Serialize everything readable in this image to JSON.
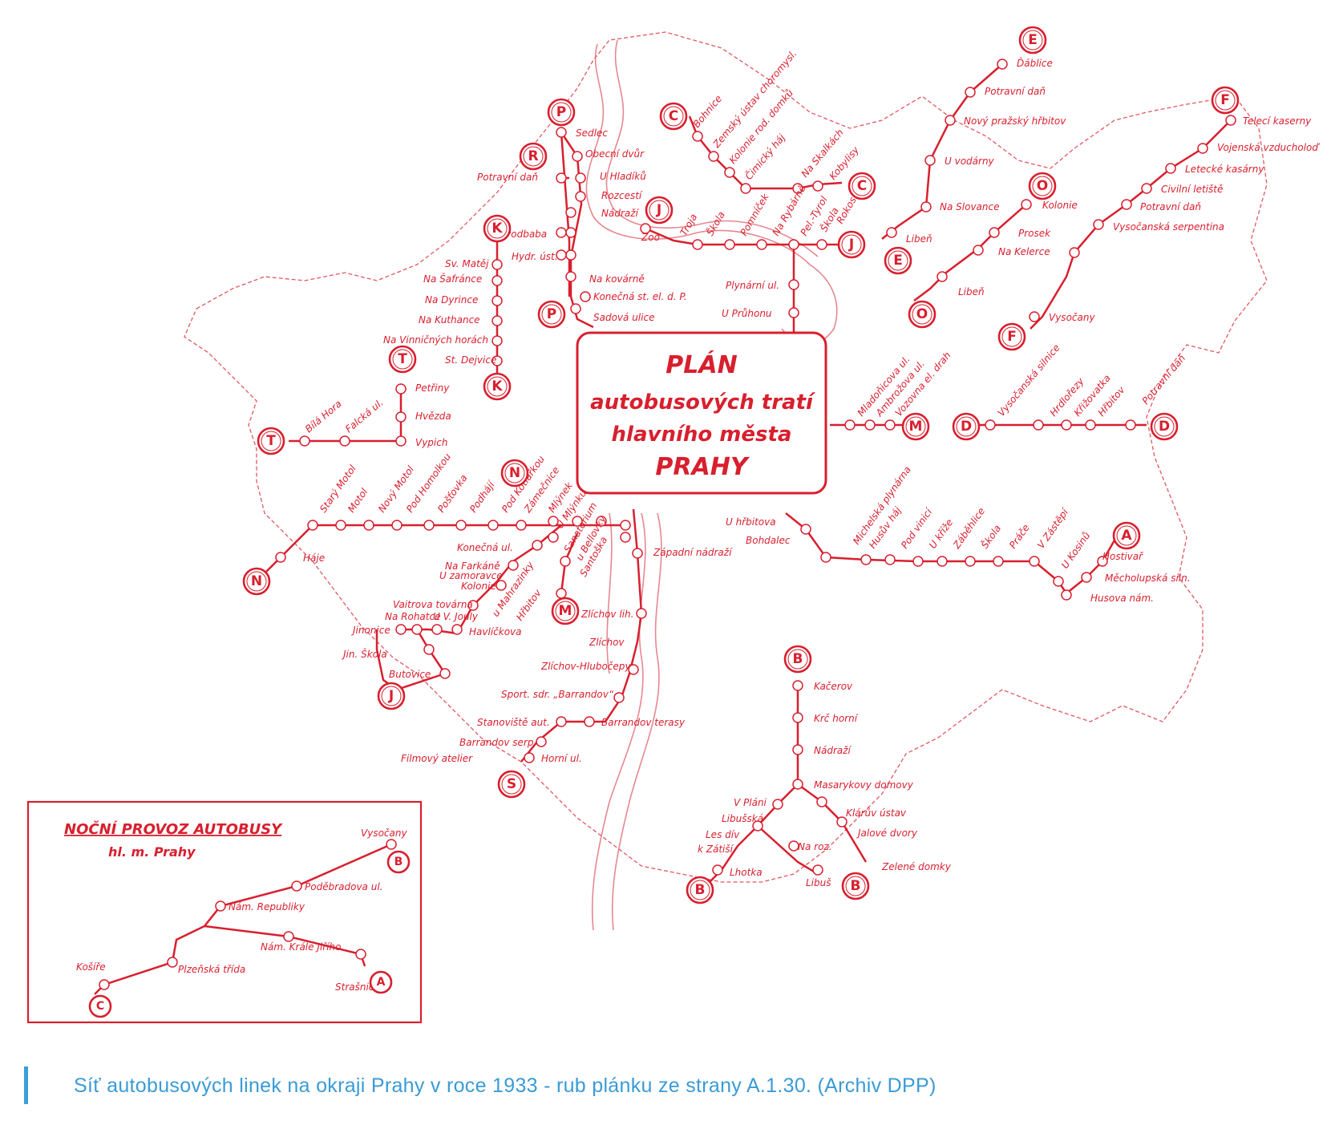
{
  "title_block": {
    "line1": "PLÁN",
    "line2": "autobusových tratí",
    "line3": "hlavního města",
    "line4": "PRAHY"
  },
  "inset": {
    "title": "NOČNÍ PROVOZ AUTOBUSY",
    "subtitle": "hl. m. Prahy"
  },
  "caption": "Síť autobusových linek na okraji Prahy v roce 1933 - rub plánku ze strany A.1.30. (Archiv DPP)",
  "colors": {
    "ink": "#d81f2e",
    "caption": "#3a9bd6"
  },
  "labels": [
    {
      "t": "Sedlec",
      "cls": "s"
    },
    {
      "t": "Obecní dvůr",
      "cls": "s"
    },
    {
      "t": "U Hladíků",
      "cls": "s"
    },
    {
      "t": "Rozcestí",
      "cls": "s"
    },
    {
      "t": "Nádraží",
      "cls": "s"
    },
    {
      "t": "Potravní daň",
      "cls": "s"
    },
    {
      "t": "Podbaba",
      "cls": "s"
    },
    {
      "t": "Hydr. úst.",
      "cls": "s"
    },
    {
      "t": "Na kovárně",
      "cls": "s"
    },
    {
      "t": "Konečná st. el. d. P.",
      "cls": "s"
    },
    {
      "t": "Sadová ulice",
      "cls": "s"
    },
    {
      "t": "Bohnice",
      "cls": "s"
    },
    {
      "t": "Zemský ústav choromysl.",
      "cls": "s"
    },
    {
      "t": "Kolonie rod. domků",
      "cls": "s"
    },
    {
      "t": "Čimický háj",
      "cls": "s"
    },
    {
      "t": "Na Skalkách",
      "cls": "s"
    },
    {
      "t": "Kobylisy",
      "cls": "s"
    },
    {
      "t": "Troja",
      "cls": "s"
    },
    {
      "t": "Škola",
      "cls": "s"
    },
    {
      "t": "Pomníček",
      "cls": "s"
    },
    {
      "t": "Na Rybárně",
      "cls": "s"
    },
    {
      "t": "Pel.-Tyrol",
      "cls": "s"
    },
    {
      "t": "Škola",
      "cls": "s"
    },
    {
      "t": "Rokosko",
      "cls": "s"
    },
    {
      "t": "Zoo",
      "cls": "s"
    },
    {
      "t": "Plynární ul.",
      "cls": "s"
    },
    {
      "t": "U Průhonu",
      "cls": "s"
    },
    {
      "t": "Ďáblice",
      "cls": "s"
    },
    {
      "t": "Potravní daň",
      "cls": "s"
    },
    {
      "t": "Nový pražský hřbitov",
      "cls": "s"
    },
    {
      "t": "U vodárny",
      "cls": "s"
    },
    {
      "t": "Na Slovance",
      "cls": "s"
    },
    {
      "t": "Libeň",
      "cls": "s"
    },
    {
      "t": "Kolonie",
      "cls": "s"
    },
    {
      "t": "Prosek",
      "cls": "s"
    },
    {
      "t": "Na Kelerce",
      "cls": "s"
    },
    {
      "t": "Libeň",
      "cls": "s"
    },
    {
      "t": "Telecí kaserny",
      "cls": "s"
    },
    {
      "t": "Vojenská vzducholoď",
      "cls": "s"
    },
    {
      "t": "Letecké kasárny",
      "cls": "s"
    },
    {
      "t": "Civilní letiště",
      "cls": "s"
    },
    {
      "t": "Potravní daň",
      "cls": "s"
    },
    {
      "t": "Vysočanská serpentina",
      "cls": "s"
    },
    {
      "t": "Vysočany",
      "cls": "s"
    },
    {
      "t": "Sv. Matěj",
      "cls": "s"
    },
    {
      "t": "Na Šafránce",
      "cls": "s"
    },
    {
      "t": "Na Dyrince",
      "cls": "s"
    },
    {
      "t": "Na Kuthance",
      "cls": "s"
    },
    {
      "t": "Na Vinničných horách",
      "cls": "s"
    },
    {
      "t": "St. Dejvice",
      "cls": "s"
    },
    {
      "t": "Petřiny",
      "cls": "s"
    },
    {
      "t": "Hvězda",
      "cls": "s"
    },
    {
      "t": "Vypich",
      "cls": "s"
    },
    {
      "t": "Bílá Hora",
      "cls": "s"
    },
    {
      "t": "Falcká ul.",
      "cls": "s"
    },
    {
      "t": "Mladoňicova ul.",
      "cls": "s"
    },
    {
      "t": "Ambrožova ul.",
      "cls": "s"
    },
    {
      "t": "Vozovna el. drah",
      "cls": "s"
    },
    {
      "t": "Vysočanská silnice",
      "cls": "s"
    },
    {
      "t": "Hrdlořezy",
      "cls": "s"
    },
    {
      "t": "Křižovatka",
      "cls": "s"
    },
    {
      "t": "Hřbitov",
      "cls": "s"
    },
    {
      "t": "Potravní daň",
      "cls": "s"
    },
    {
      "t": "Starý Motol",
      "cls": "s"
    },
    {
      "t": "Motol",
      "cls": "s"
    },
    {
      "t": "Nový Motol",
      "cls": "s"
    },
    {
      "t": "Pod Homolkou",
      "cls": "s"
    },
    {
      "t": "Pošťovka",
      "cls": "s"
    },
    {
      "t": "Podhájí",
      "cls": "s"
    },
    {
      "t": "Pod Kotlářkou",
      "cls": "s"
    },
    {
      "t": "Háje",
      "cls": "s"
    },
    {
      "t": "Konečná ul.",
      "cls": "s"
    },
    {
      "t": "Na Farkáně",
      "cls": "s"
    },
    {
      "t": "U zamoravce",
      "cls": "s"
    },
    {
      "t": "Kolonie",
      "cls": "s"
    },
    {
      "t": "Vaitrova továrna",
      "cls": "s"
    },
    {
      "t": "Na Rohatce",
      "cls": "s"
    },
    {
      "t": "U V. Jouly",
      "cls": "s"
    },
    {
      "t": "Havlíčkova",
      "cls": "s"
    },
    {
      "t": "Jinonice",
      "cls": "s"
    },
    {
      "t": "Jin. Škola",
      "cls": "s"
    },
    {
      "t": "Butovice",
      "cls": "s"
    },
    {
      "t": "Zámečnice",
      "cls": "s"
    },
    {
      "t": "Mlýnek",
      "cls": "s"
    },
    {
      "t": "U Mlýnku",
      "cls": "s"
    },
    {
      "t": "u Mahrazinky",
      "cls": "s"
    },
    {
      "t": "Hřbitov",
      "cls": "s"
    },
    {
      "t": "Santoška",
      "cls": "s"
    },
    {
      "t": "Sanatorium",
      "cls": "s"
    },
    {
      "t": "u Bellovky",
      "cls": "s"
    },
    {
      "t": "Západní nádraží",
      "cls": "s"
    },
    {
      "t": "Zlíchov lih.",
      "cls": "s"
    },
    {
      "t": "Zlíchov",
      "cls": "s"
    },
    {
      "t": "Zlíchov-Hlubočepy",
      "cls": "s"
    },
    {
      "t": "Sport. sdr. „Barrandov“",
      "cls": "s"
    },
    {
      "t": "Stanoviště aut.",
      "cls": "s"
    },
    {
      "t": "Barrandov terasy",
      "cls": "s"
    },
    {
      "t": "Barrandov serp.",
      "cls": "s"
    },
    {
      "t": "Filmový atelier",
      "cls": "s"
    },
    {
      "t": "Horní ul.",
      "cls": "s"
    },
    {
      "t": "U hřbitova",
      "cls": "s"
    },
    {
      "t": "Bohdalec",
      "cls": "s"
    },
    {
      "t": "Michelská plynárna",
      "cls": "s"
    },
    {
      "t": "Husův háj",
      "cls": "s"
    },
    {
      "t": "Pod vinicí",
      "cls": "s"
    },
    {
      "t": "U kříže",
      "cls": "s"
    },
    {
      "t": "Záběhlice",
      "cls": "s"
    },
    {
      "t": "Škola",
      "cls": "s"
    },
    {
      "t": "Práče",
      "cls": "s"
    },
    {
      "t": "V Zástěpí",
      "cls": "s"
    },
    {
      "t": "U Kosinů",
      "cls": "s"
    },
    {
      "t": "Hostivař",
      "cls": "s"
    },
    {
      "t": "Měcholupská siln.",
      "cls": "s"
    },
    {
      "t": "Husova nám.",
      "cls": "s"
    },
    {
      "t": "Kačerov",
      "cls": "s"
    },
    {
      "t": "Krč horní",
      "cls": "s"
    },
    {
      "t": "Nádraží",
      "cls": "s"
    },
    {
      "t": "Masarykovy domovy",
      "cls": "s"
    },
    {
      "t": "V Pláni",
      "cls": "s"
    },
    {
      "t": "Klárův ústav",
      "cls": "s"
    },
    {
      "t": "Libušská",
      "cls": "s"
    },
    {
      "t": "Les dív",
      "cls": "s"
    },
    {
      "t": "k Zátiší",
      "cls": "s"
    },
    {
      "t": "Jalové dvory",
      "cls": "s"
    },
    {
      "t": "Na roz.",
      "cls": "s"
    },
    {
      "t": "Zelené domky",
      "cls": "s"
    },
    {
      "t": "Lhotka",
      "cls": "s"
    },
    {
      "t": "Libuš",
      "cls": "s"
    },
    {
      "t": "Vysočany",
      "cls": "s"
    },
    {
      "t": "Poděbradova ul.",
      "cls": "s"
    },
    {
      "t": "Nám. Republiky",
      "cls": "s"
    },
    {
      "t": "Nám. Krále Jiřího",
      "cls": "s"
    },
    {
      "t": "Plzeňská třída",
      "cls": "s"
    },
    {
      "t": "Strašnice",
      "cls": "s"
    },
    {
      "t": "Košíře",
      "cls": "s"
    }
  ],
  "badges": [
    "P",
    "R",
    "C",
    "J",
    "K",
    "E",
    "O",
    "F",
    "T",
    "M",
    "D",
    "N",
    "A",
    "B",
    "S"
  ]
}
